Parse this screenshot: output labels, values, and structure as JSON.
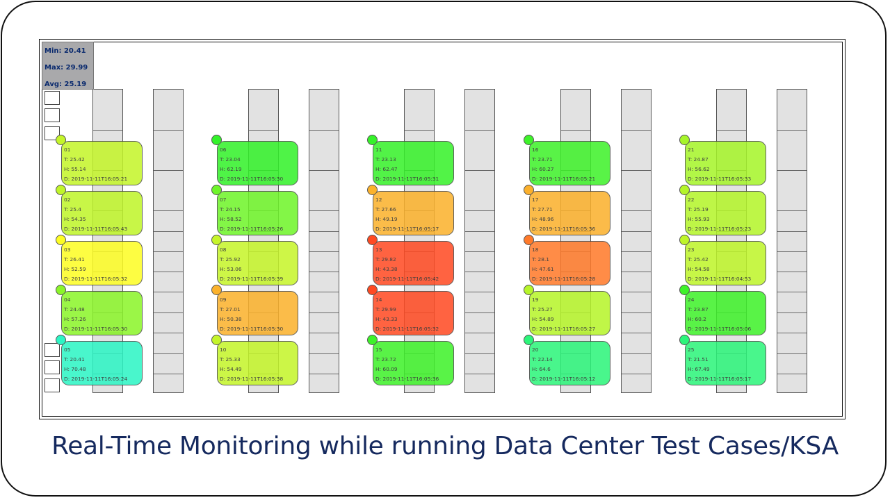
{
  "stats": {
    "min": "Min: 20.41",
    "max": "Max: 29.99",
    "avg": "Avg: 25.19"
  },
  "caption": "Real-Time Monitoring while running Data Center Test Cases/KSA",
  "sensors": [
    {
      "id": "01",
      "t": "T: 25.42",
      "h": "H: 55.14",
      "d": "D: 2019-11-11T16:05:21",
      "color": "#c4f52a"
    },
    {
      "id": "02",
      "t": "T: 25.4",
      "h": "H: 54.35",
      "d": "D: 2019-11-11T16:05:43",
      "color": "#c0f52a"
    },
    {
      "id": "03",
      "t": "T: 26.41",
      "h": "H: 52.59",
      "d": "D: 2019-11-11T16:05:32",
      "color": "#fdfd24"
    },
    {
      "id": "04",
      "t": "T: 24.48",
      "h": "H: 57.26",
      "d": "D: 2019-11-11T16:05:30",
      "color": "#8bf52a"
    },
    {
      "id": "05",
      "t": "T: 20.41",
      "h": "H: 70.48",
      "d": "D: 2019-11-11T16:05:24",
      "color": "#2cf5c4"
    },
    {
      "id": "06",
      "t": "T: 23.04",
      "h": "H: 62.19",
      "d": "D: 2019-11-11T16:05:30",
      "color": "#33f22a"
    },
    {
      "id": "07",
      "t": "T: 24.15",
      "h": "H: 58.52",
      "d": "D: 2019-11-11T16:05:26",
      "color": "#6ff52a"
    },
    {
      "id": "08",
      "t": "T: 25.92",
      "h": "H: 53.06",
      "d": "D: 2019-11-11T16:05:39",
      "color": "#c6f52a"
    },
    {
      "id": "09",
      "t": "T: 27.01",
      "h": "H: 50.38",
      "d": "D: 2019-11-11T16:05:30",
      "color": "#fbb22c"
    },
    {
      "id": "10",
      "t": "T: 25.33",
      "h": "H: 54.49",
      "d": "D: 2019-11-11T16:05:38",
      "color": "#c4f52a"
    },
    {
      "id": "11",
      "t": "T: 23.13",
      "h": "H: 62.47",
      "d": "D: 2019-11-11T16:05:31",
      "color": "#36f22a"
    },
    {
      "id": "12",
      "t": "T: 27.66",
      "h": "H: 49.19",
      "d": "D: 2019-11-11T16:05:17",
      "color": "#fbb22c"
    },
    {
      "id": "13",
      "t": "T: 29.82",
      "h": "H: 43.38",
      "d": "D: 2019-11-11T16:05:42",
      "color": "#ff4a22"
    },
    {
      "id": "14",
      "t": "T: 29.99",
      "h": "H: 43.33",
      "d": "D: 2019-11-11T16:05:32",
      "color": "#ff4a22"
    },
    {
      "id": "15",
      "t": "T: 23.72",
      "h": "H: 60.09",
      "d": "D: 2019-11-11T16:05:36",
      "color": "#3ef22a"
    },
    {
      "id": "16",
      "t": "T: 23.71",
      "h": "H: 60.27",
      "d": "D: 2019-11-11T16:05:21",
      "color": "#3ef22a"
    },
    {
      "id": "17",
      "t": "T: 27.71",
      "h": "H: 48.96",
      "d": "D: 2019-11-11T16:05:36",
      "color": "#fbb02c"
    },
    {
      "id": "18",
      "t": "T: 28.1",
      "h": "H: 47.61",
      "d": "D: 2019-11-11T16:05:28",
      "color": "#ff7a2a"
    },
    {
      "id": "19",
      "t": "T: 25.27",
      "h": "H: 54.89",
      "d": "D: 2019-11-11T16:05:27",
      "color": "#b6f52a"
    },
    {
      "id": "20",
      "t": "T: 22.14",
      "h": "H: 64.6",
      "d": "D: 2019-11-11T16:05:12",
      "color": "#2cf57a"
    },
    {
      "id": "21",
      "t": "T: 24.87",
      "h": "H: 56.62",
      "d": "D: 2019-11-11T16:05:33",
      "color": "#a6f52a"
    },
    {
      "id": "22",
      "t": "T: 25.19",
      "h": "H: 55.93",
      "d": "D: 2019-11-11T16:05:23",
      "color": "#b4f52a"
    },
    {
      "id": "23",
      "t": "T: 25.42",
      "h": "H: 54.58",
      "d": "D: 2019-11-11T16:04:53",
      "color": "#bef52a"
    },
    {
      "id": "24",
      "t": "T: 23.87",
      "h": "H: 60.2",
      "d": "D: 2019-11-11T16:05:06",
      "color": "#3ef22a"
    },
    {
      "id": "25",
      "t": "T: 21.51",
      "h": "H: 67.49",
      "d": "D: 2019-11-11T16:05:17",
      "color": "#2cf57a"
    }
  ]
}
